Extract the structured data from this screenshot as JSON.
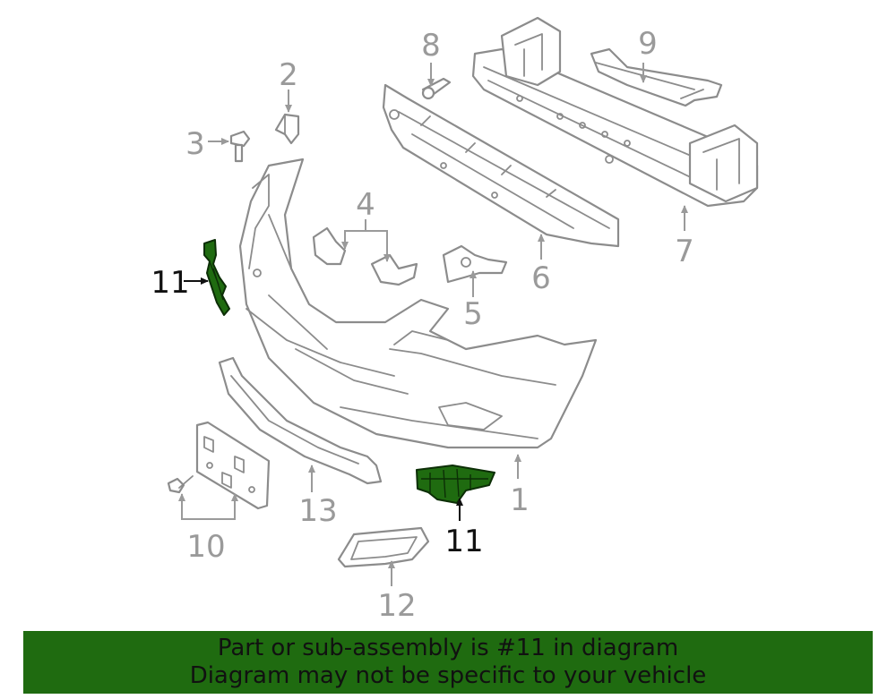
{
  "banner": {
    "line1": "Part or sub-assembly is #11 in diagram",
    "line2": "Diagram may not be specific to your vehicle",
    "color": "#1f6b10"
  },
  "callouts": {
    "c1": "1",
    "c2": "2",
    "c3": "3",
    "c4": "4",
    "c5": "5",
    "c6": "6",
    "c7": "7",
    "c8": "8",
    "c9": "9",
    "c10": "10",
    "c11a": "11",
    "c11b": "11",
    "c12": "12",
    "c13": "13"
  },
  "highlight_color": "#1f6b10"
}
